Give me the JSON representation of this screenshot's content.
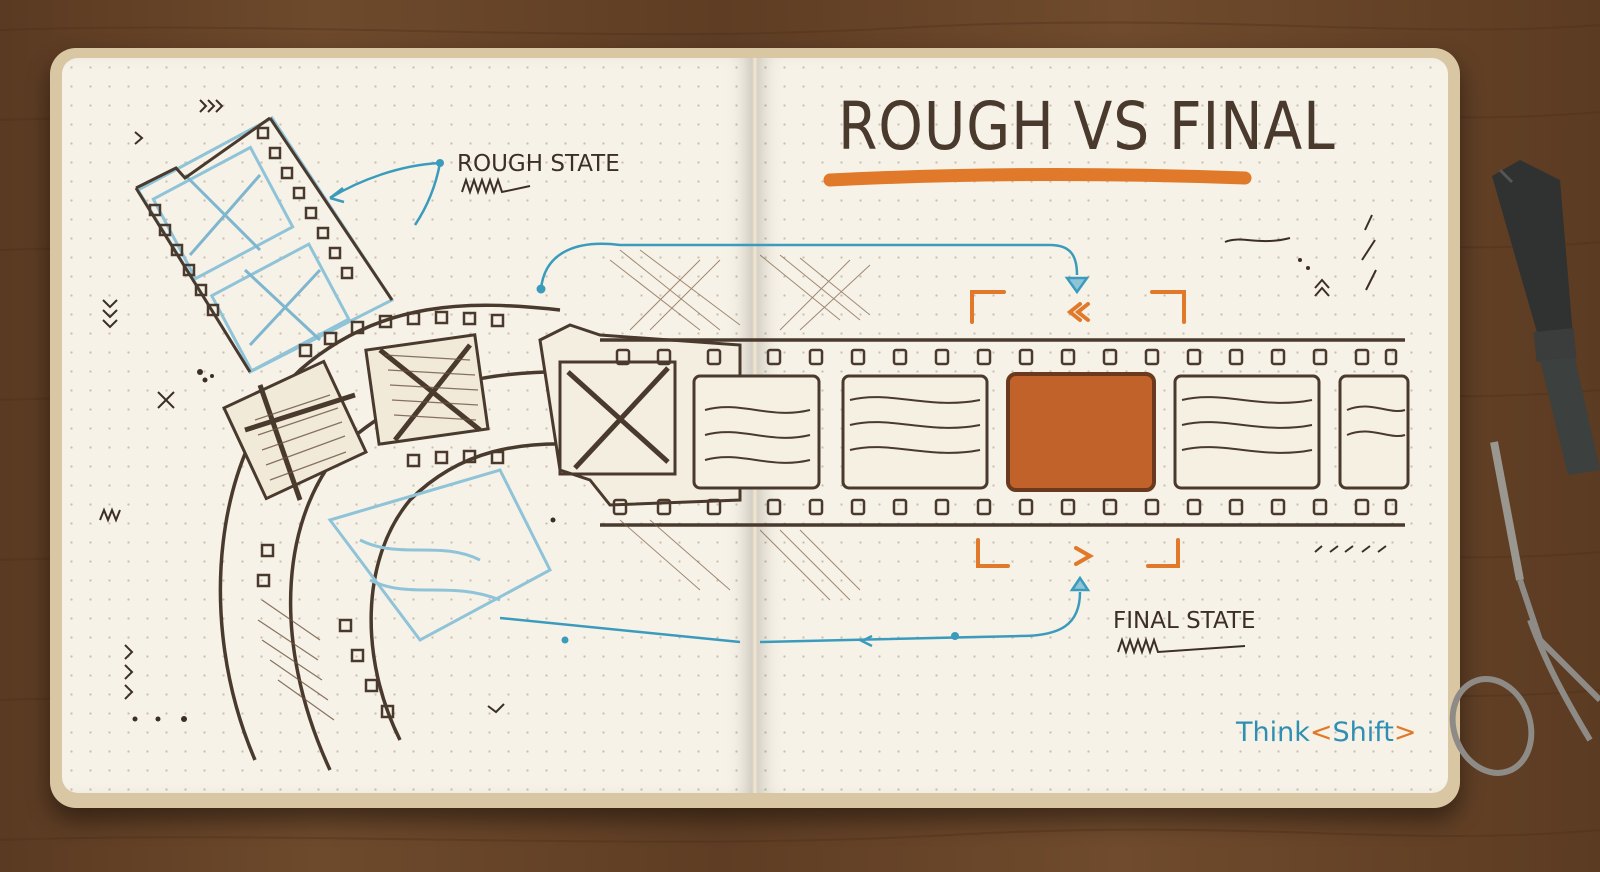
{
  "title": "ROUGH VS FINAL",
  "labels": {
    "rough_state": "ROUGH STATE",
    "final_state": "FINAL STATE"
  },
  "brand": {
    "word1": "Think",
    "glyph": "<",
    "word2": "Shift",
    "glyph2": ">"
  },
  "colors": {
    "accent_orange": "#e07a2a",
    "highlight_frame": "#c0622a",
    "arrow_blue": "#3b9bbd",
    "ink_brown": "#4a3a2e"
  },
  "icons": [
    "pen-icon",
    "scissors-icon",
    "film-strip-icon"
  ]
}
